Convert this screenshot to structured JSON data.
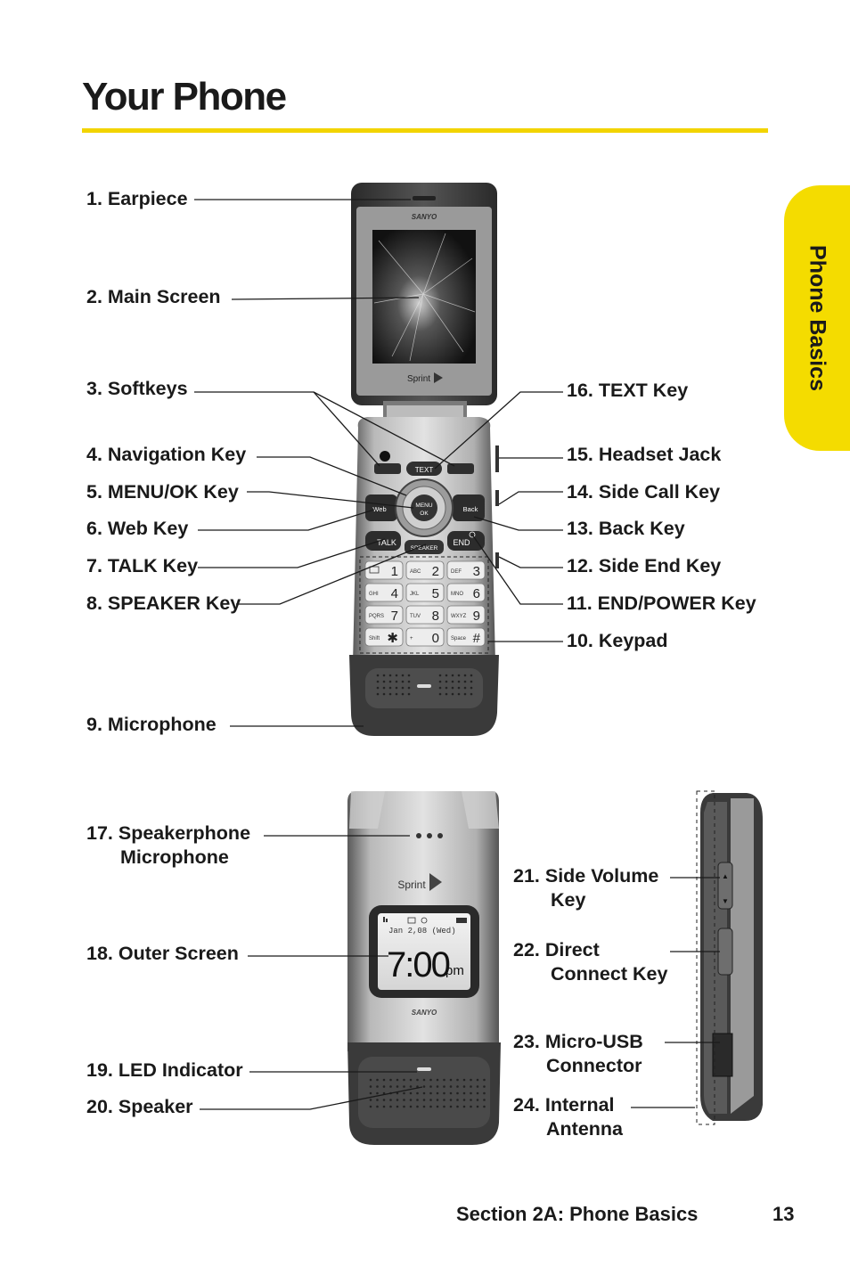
{
  "page": {
    "title": "Your Phone",
    "side_tab": "Phone Basics",
    "footer_section": "Section 2A: Phone Basics",
    "footer_page": "13"
  },
  "callouts": {
    "c1": "1. Earpiece",
    "c2": "2. Main Screen",
    "c3": "3. Softkeys",
    "c4": "4. Navigation Key",
    "c5": "5. MENU/OK Key",
    "c6": "6. Web Key",
    "c7": "7. TALK Key",
    "c8": "8. SPEAKER Key",
    "c9": "9. Microphone",
    "c10": "10. Keypad",
    "c11": "11. END/POWER Key",
    "c12": "12. Side End Key",
    "c13": "13. Back Key",
    "c14": "14. Side Call Key",
    "c15": "15. Headset Jack",
    "c16": "16. TEXT Key",
    "c17a": "17. Speakerphone",
    "c17b": "Microphone",
    "c18": "18. Outer Screen",
    "c19": "19. LED Indicator",
    "c20": "20. Speaker",
    "c21a": "21. Side Volume",
    "c21b": "Key",
    "c22a": "22. Direct",
    "c22b": "Connect Key",
    "c23a": "23. Micro-USB",
    "c23b": "Connector",
    "c24a": "24. Internal",
    "c24b": "Antenna"
  },
  "phone_open": {
    "brand": "SANYO",
    "carrier": "Sprint",
    "keys": {
      "text": "TEXT",
      "menu_top": "MENU",
      "menu_bottom": "OK",
      "web": "Web",
      "back": "Back",
      "talk": "TALK",
      "end": "END",
      "speaker": "SPEAKER"
    },
    "keypad": [
      {
        "letters": "",
        "digit": "1",
        "icon": "envelope-icon"
      },
      {
        "letters": "ABC",
        "digit": "2"
      },
      {
        "letters": "DEF",
        "digit": "3"
      },
      {
        "letters": "GHI",
        "digit": "4"
      },
      {
        "letters": "JKL",
        "digit": "5"
      },
      {
        "letters": "MNO",
        "digit": "6"
      },
      {
        "letters": "PQRS",
        "digit": "7"
      },
      {
        "letters": "TUV",
        "digit": "8"
      },
      {
        "letters": "WXYZ",
        "digit": "9"
      },
      {
        "letters": "Shift",
        "digit": "✱"
      },
      {
        "letters": "+",
        "digit": "0"
      },
      {
        "letters": "Space",
        "digit": "#"
      }
    ]
  },
  "phone_closed": {
    "carrier": "Sprint",
    "brand": "SANYO",
    "outer_screen_date": "Jan  2,08 (Wed)",
    "outer_screen_time": "7:00",
    "outer_screen_ampm": "pm"
  },
  "colors": {
    "accent_yellow": "#f4dc00",
    "text": "#1a1a1a"
  }
}
